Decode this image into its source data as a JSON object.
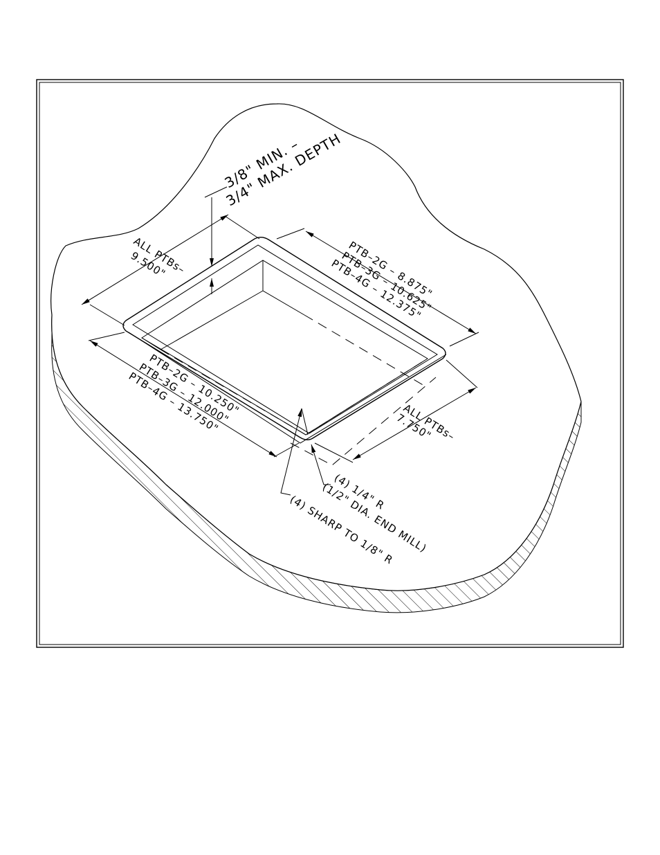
{
  "annotations": {
    "depth_line1": "3/8\" MIN. –",
    "depth_line2": "3/4\" MAX. DEPTH",
    "width_all_label": "ALL PTBs–",
    "width_all_value": "9.500\"",
    "right_dim": [
      "PTB–2G – 8.875\"",
      "PTB–3G – 10.625\"",
      "PTB–4G – 12.375\""
    ],
    "left_dim": [
      "PTB–2G – 10.250\"",
      "PTB–3G – 12.000\"",
      "PTB–4G – 13.750\""
    ],
    "depth_all_label": "ALL PTBs–",
    "depth_all_value": "7.750\"",
    "corner_radius_1": "(4) 1/4\" R",
    "corner_radius_2": "(1/2\" DIA. END MILL)",
    "sharp_corner": "(4) SHARP TO 1/8\" R"
  }
}
